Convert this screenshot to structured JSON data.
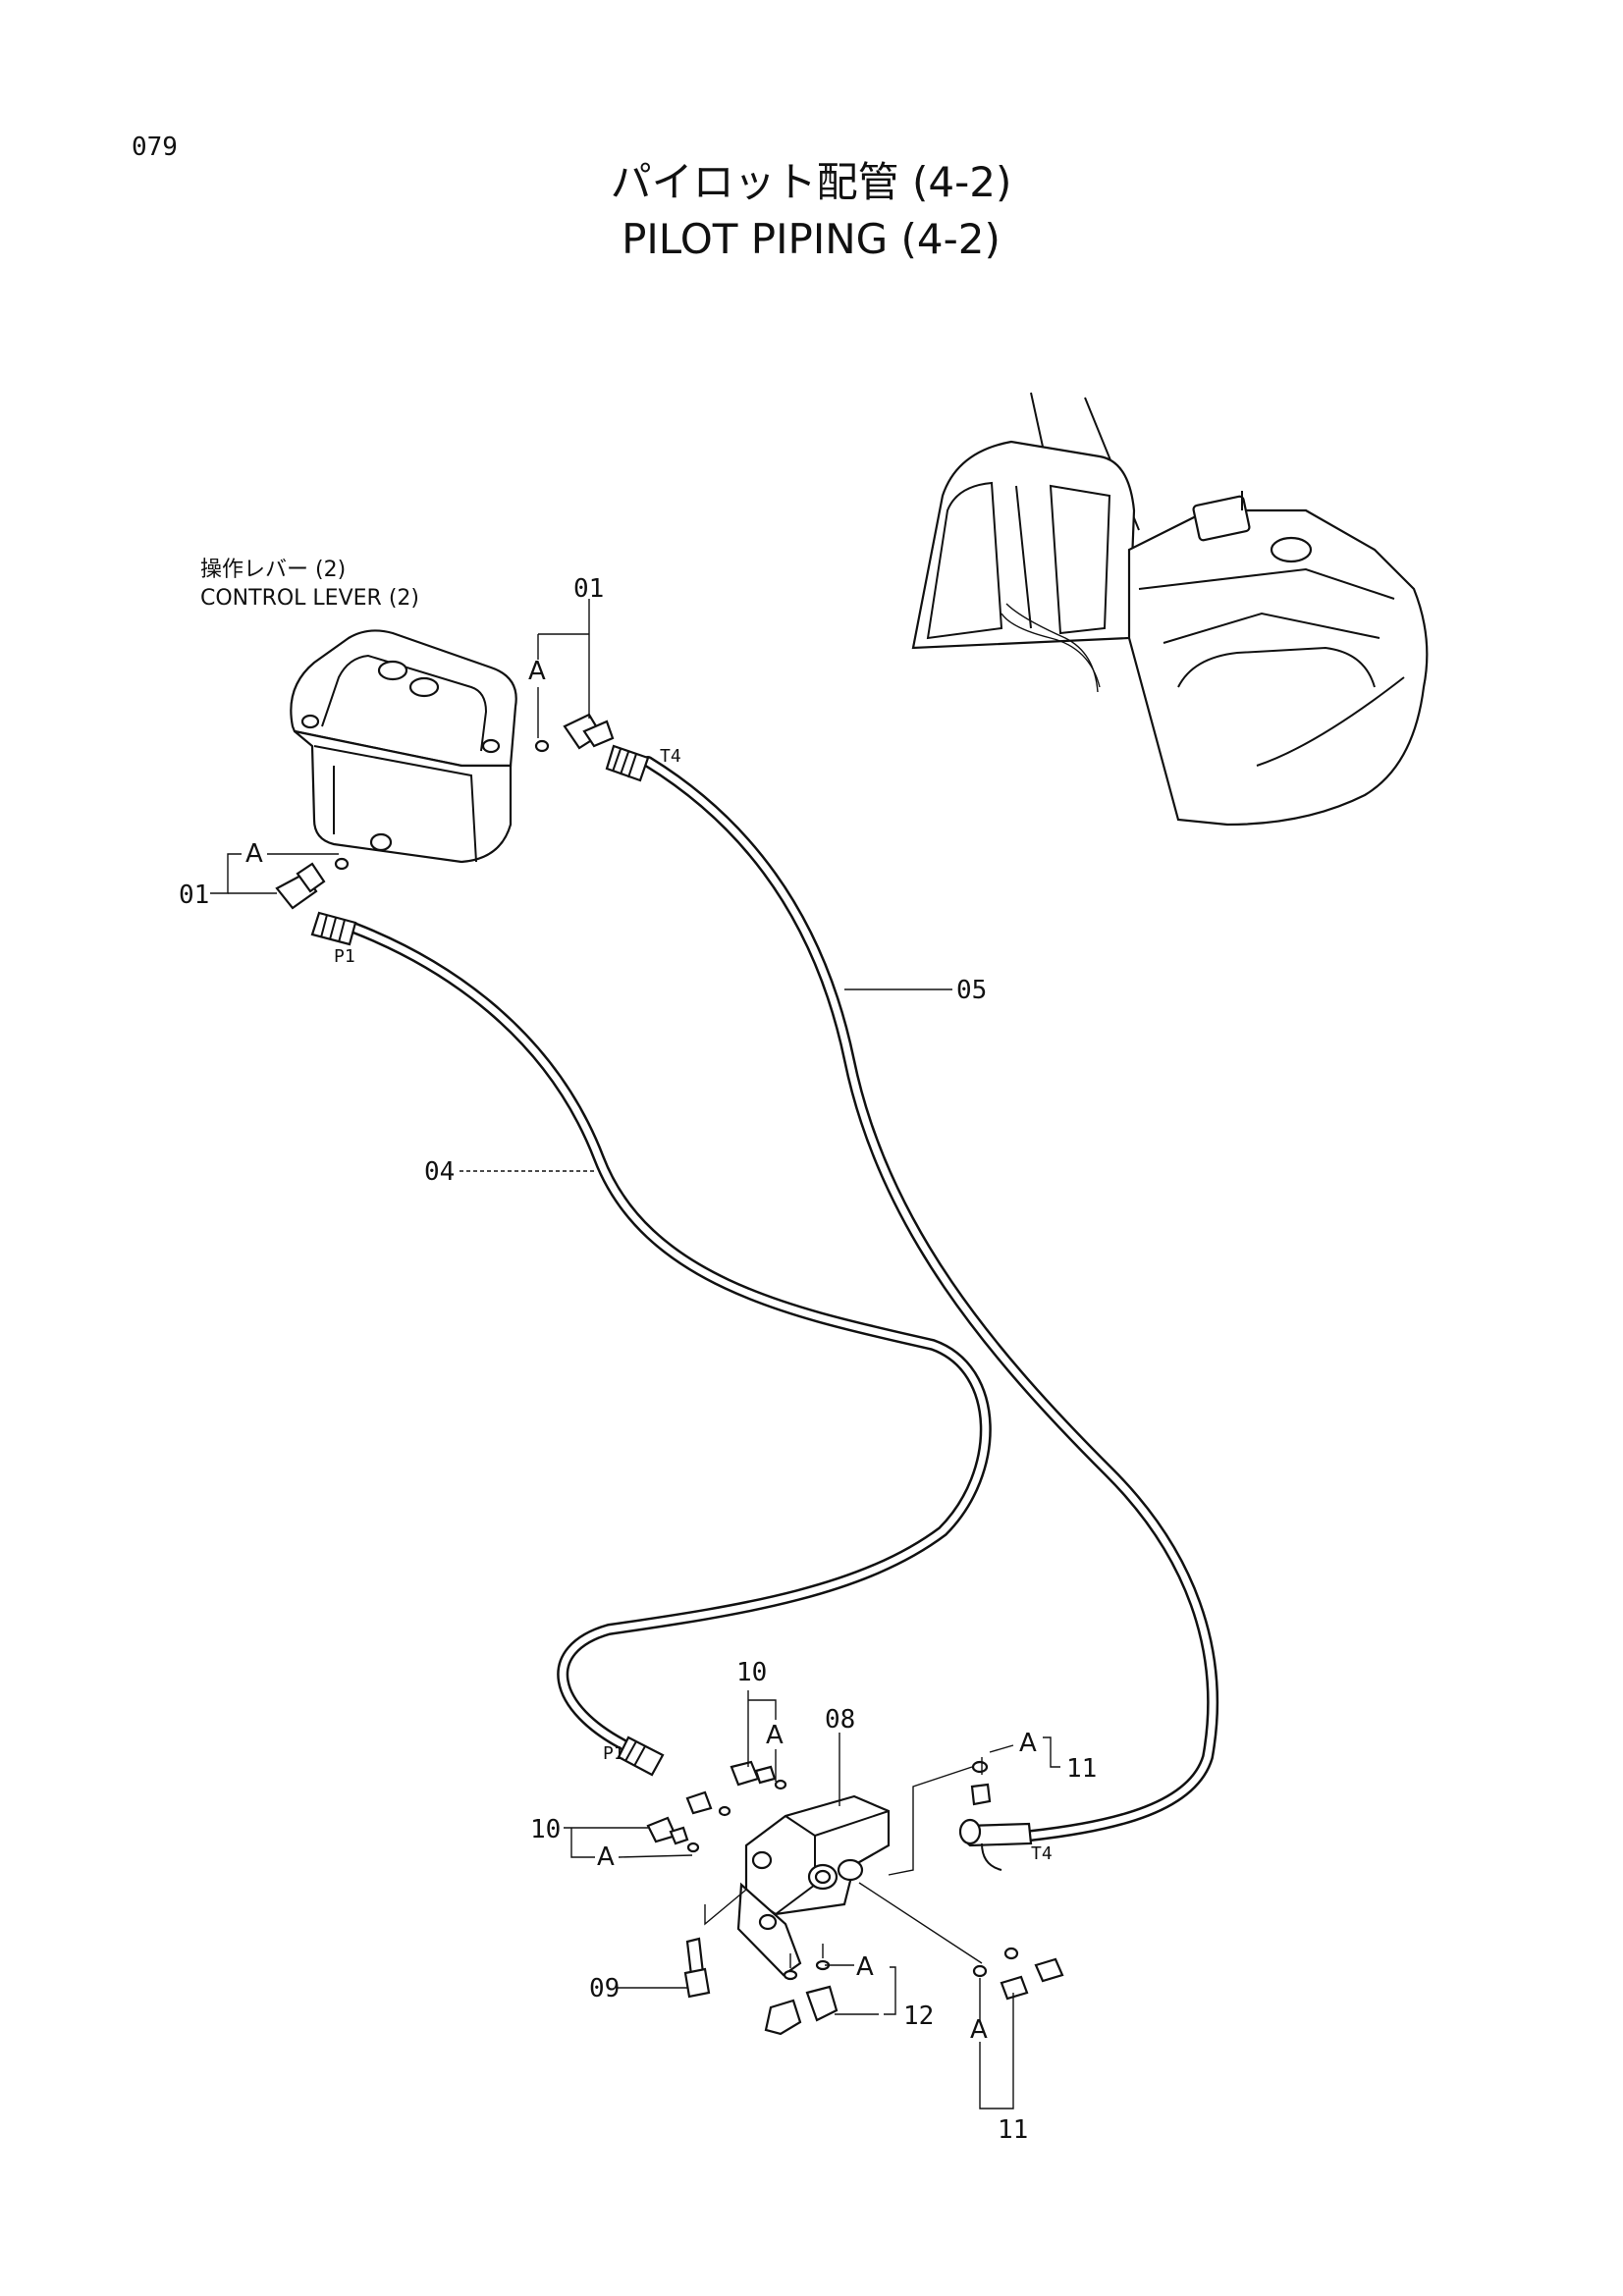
{
  "page": {
    "number": "079",
    "title_jp": "パイロット配管 (4-2)",
    "title_en": "PILOT PIPING (4-2)"
  },
  "component": {
    "label_jp": "操作レバー (2)",
    "label_en": "CONTROL LEVER (2)"
  },
  "callouts": {
    "c01_top": "01",
    "c01_left": "01",
    "c04": "04",
    "c05": "05",
    "c08": "08",
    "c09": "09",
    "c10_top": "10",
    "c10_left": "10",
    "c11_top": "11",
    "c11_bottom": "11",
    "c12": "12"
  },
  "port_labels": {
    "t4_top": "T4",
    "p1_top": "P1",
    "p1_bottom": "P1",
    "t4_bottom": "T4"
  },
  "detail_marks": {
    "a1": "A",
    "a2": "A",
    "a3": "A",
    "a4": "A",
    "a5": "A",
    "a6": "A",
    "a7": "A"
  }
}
